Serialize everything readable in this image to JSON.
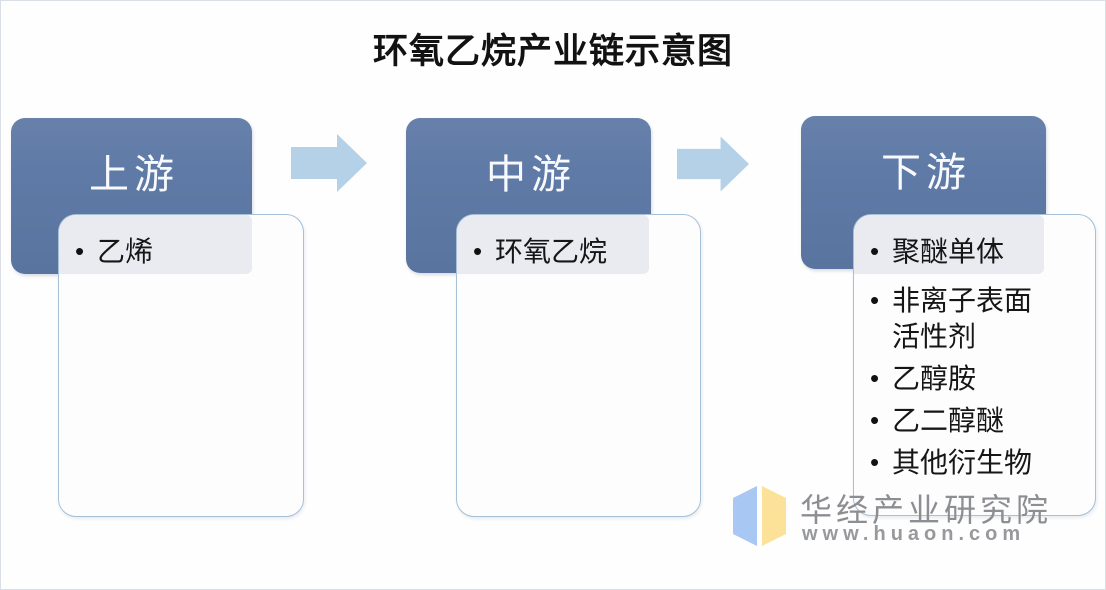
{
  "title": "环氧乙烷产业链示意图",
  "bullet": "•",
  "columns": [
    {
      "id": "upstream",
      "header": "上游",
      "items": [
        "乙烯"
      ]
    },
    {
      "id": "midstream",
      "header": "中游",
      "items": [
        "环氧乙烷"
      ]
    },
    {
      "id": "downstream",
      "header": "下游",
      "items": [
        "聚醚单体",
        "非离子表面活性剂",
        "乙醇胺",
        "乙二醇醚",
        "其他衍生物"
      ]
    }
  ],
  "branding": {
    "name": "华经产业研究院",
    "website": "www.huaon.com"
  },
  "colors": {
    "stage_header_fill": "#5f7aa6",
    "stage_header_text": "#f7f9fc",
    "arrow_fill": "#b4d1e7",
    "highlight_band": "#e9ebf1",
    "box_border": "#a6c0d8",
    "logo_blue": "#a8c7f3",
    "logo_yellow": "#fbe298",
    "brand_text": "#8c8e91"
  }
}
